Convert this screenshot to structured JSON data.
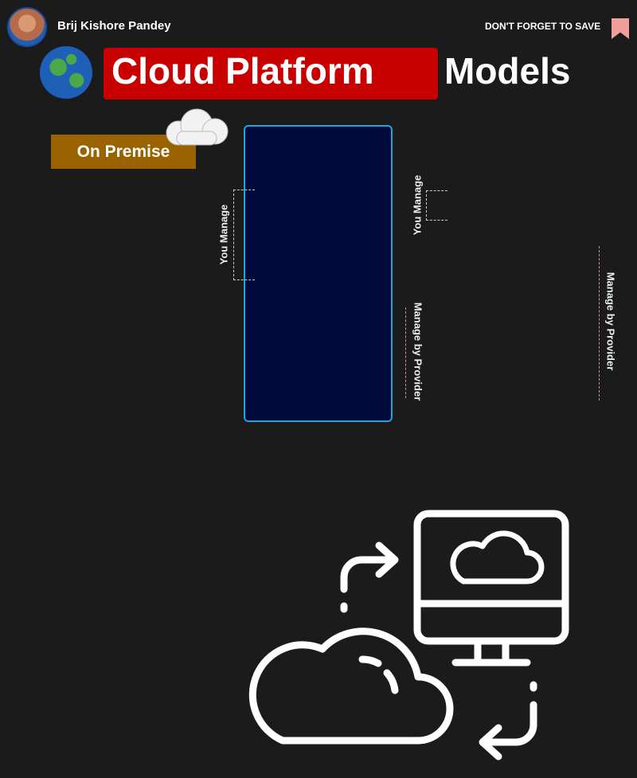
{
  "header": {
    "author_name": "Brij Kishore Pandey",
    "save_reminder": "DON'T FORGET TO SAVE"
  },
  "title": {
    "highlighted": "Cloud Platform",
    "rest": "Models"
  },
  "model_label": "On Premise",
  "annotations": {
    "you_manage_left": "You Manage",
    "you_manage_right": "You Manage",
    "provider_middle": "Manage by Provider",
    "provider_right": "Manage by Provider"
  },
  "colors": {
    "background": "#1b1b1b",
    "title_bg": "#c90000",
    "label_bg": "#9b6200",
    "panel_bg": "#000b3c",
    "panel_border": "#1fa6d8"
  }
}
